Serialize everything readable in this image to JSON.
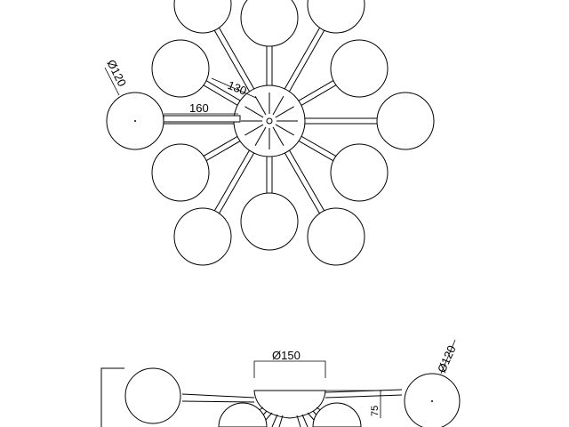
{
  "dimensions": {
    "top_diameter_label": "Ø120",
    "top_arm_long_label": "160",
    "top_arm_short_label": "130",
    "side_canopy_diameter_label": "Ø150",
    "side_globe_diameter_label": "Ø120",
    "side_height_label": "75"
  }
}
